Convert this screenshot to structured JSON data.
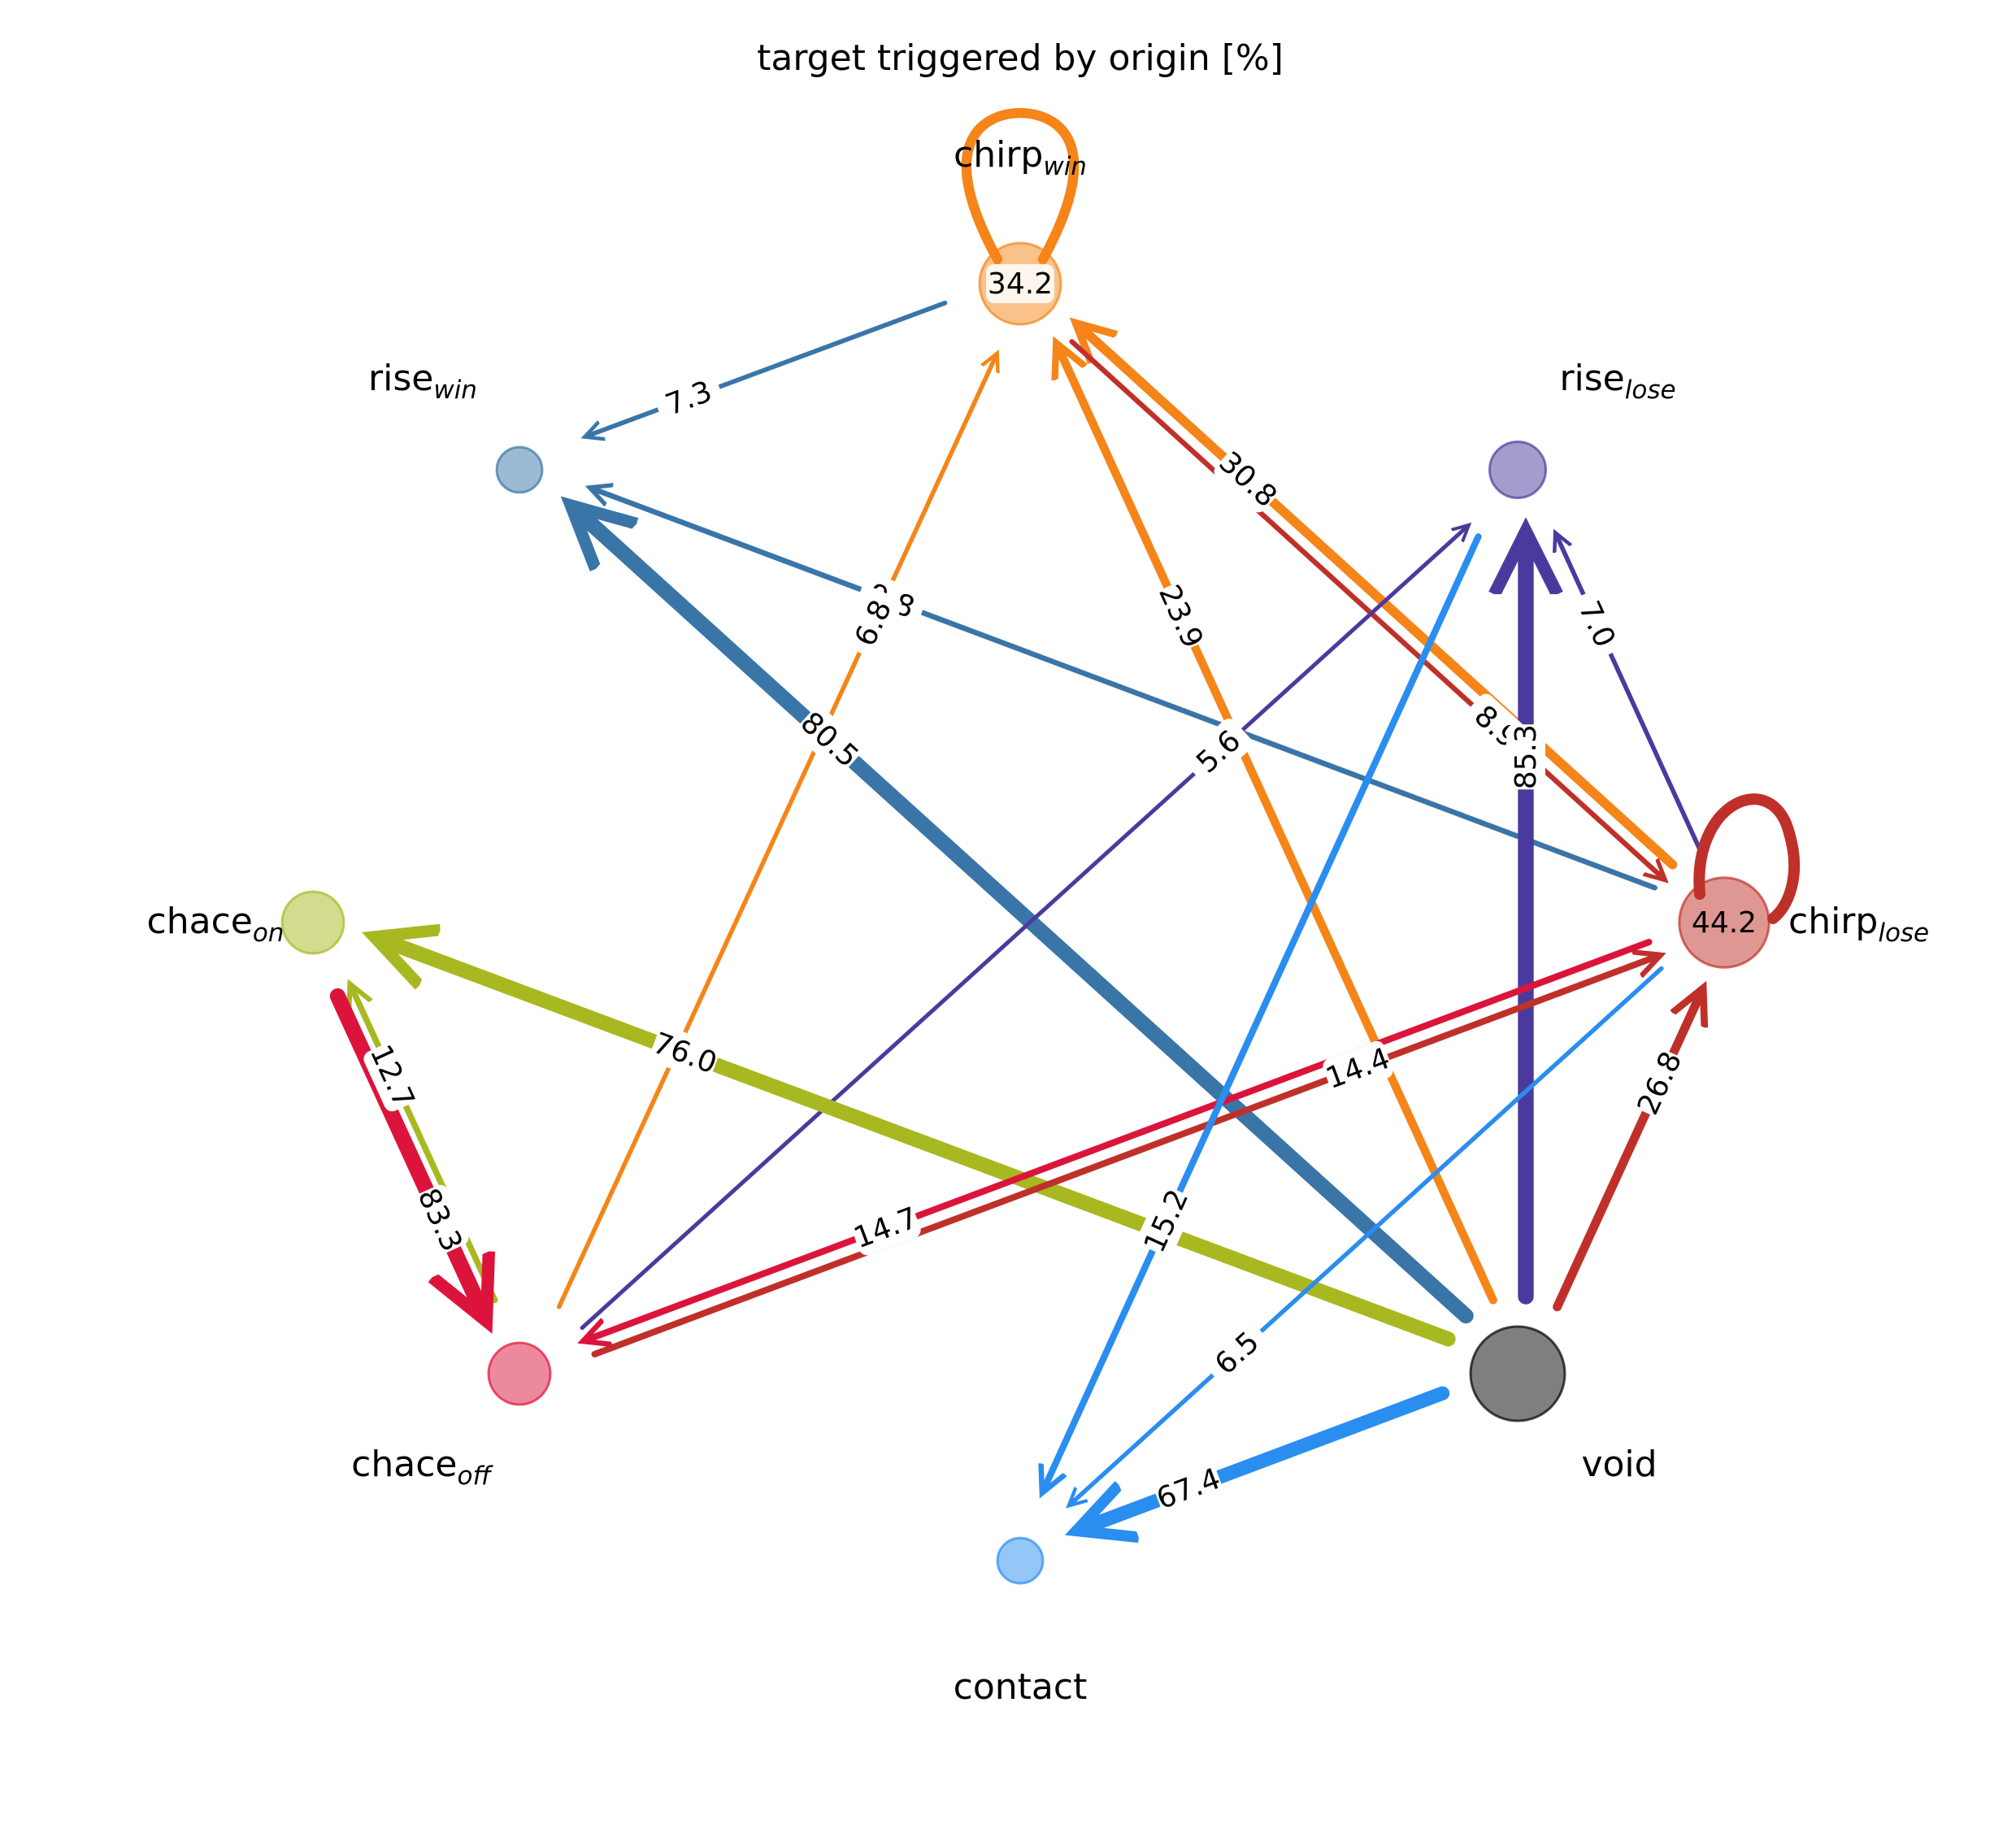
{
  "title": "target triggered by origin [%]",
  "nodes": [
    {
      "id": "chirp_win",
      "base": "chirp",
      "sub": "win",
      "color": "#f58518",
      "self_value": "34.2",
      "size": 34.2
    },
    {
      "id": "rise_win",
      "base": "rise",
      "sub": "win",
      "color": "#3a75a8",
      "size": 6
    },
    {
      "id": "rise_lose",
      "base": "rise",
      "sub": "lose",
      "color": "#4b3a9e",
      "size": 12
    },
    {
      "id": "chace_on",
      "base": "chace",
      "sub": "on",
      "color": "#a8b820",
      "size": 16
    },
    {
      "id": "chirp_lose",
      "base": "chirp",
      "sub": "lose",
      "color": "#c0302a",
      "self_value": "44.2",
      "size": 44.2
    },
    {
      "id": "chace_off",
      "base": "chace",
      "sub": "off",
      "color": "#dc143c",
      "size": 16
    },
    {
      "id": "contact",
      "base": "contact",
      "sub": "",
      "color": "#2a8df0",
      "size": 6
    },
    {
      "id": "void",
      "base": "void",
      "sub": "",
      "color": "#000000",
      "size": 50
    }
  ],
  "edges": [
    {
      "from": "chirp_win",
      "to": "rise_win",
      "label": "7.3",
      "value": 7.3,
      "color": "#3a75a8"
    },
    {
      "from": "chirp_lose",
      "to": "rise_win",
      "label": "9.8",
      "value": 9.8,
      "color": "#3a75a8"
    },
    {
      "from": "void",
      "to": "rise_win",
      "label": "80.5",
      "value": 80.5,
      "color": "#3a75a8"
    },
    {
      "from": "chace_off",
      "to": "chirp_win",
      "label": "6.8",
      "value": 6.8,
      "color": "#f58518"
    },
    {
      "from": "void",
      "to": "chirp_win",
      "label": "23.9",
      "value": 23.9,
      "color": "#f58518"
    },
    {
      "from": "chirp_lose",
      "to": "chirp_win",
      "label": "30.8",
      "value": 30.8,
      "color": "#f58518"
    },
    {
      "from": "chirp_win",
      "to": "chirp_lose",
      "label": "8.9",
      "value": 8.9,
      "color": "#c0302a"
    },
    {
      "from": "chace_off",
      "to": "rise_lose",
      "label": "5.6",
      "value": 5.6,
      "color": "#4b3a9e"
    },
    {
      "from": "chirp_lose",
      "to": "rise_lose",
      "label": "7.0",
      "value": 7.0,
      "color": "#4b3a9e"
    },
    {
      "from": "void",
      "to": "rise_lose",
      "label": "85.3",
      "value": 85.3,
      "color": "#4b3a9e"
    },
    {
      "from": "void",
      "to": "chace_on",
      "label": "76.0",
      "value": 76.0,
      "color": "#a8b820"
    },
    {
      "from": "chace_off",
      "to": "chace_on",
      "label": "12.7",
      "value": 12.7,
      "color": "#a8b820"
    },
    {
      "from": "chace_on",
      "to": "chace_off",
      "label": "83.3",
      "value": 83.3,
      "color": "#dc143c"
    },
    {
      "from": "chace_off",
      "to": "chirp_lose",
      "label": "14.4",
      "value": 14.4,
      "color": "#c0302a"
    },
    {
      "from": "chirp_lose",
      "to": "chace_off",
      "label": "14.7",
      "value": 14.7,
      "color": "#dc143c"
    },
    {
      "from": "void",
      "to": "chirp_lose",
      "label": "26.8",
      "value": 26.8,
      "color": "#c0302a"
    },
    {
      "from": "rise_lose",
      "to": "contact",
      "label": "15.2",
      "value": 15.2,
      "color": "#2a8df0"
    },
    {
      "from": "chirp_lose",
      "to": "contact",
      "label": "6.5",
      "value": 6.5,
      "color": "#2a8df0"
    },
    {
      "from": "void",
      "to": "contact",
      "label": "67.4",
      "value": 67.4,
      "color": "#2a8df0"
    }
  ]
}
